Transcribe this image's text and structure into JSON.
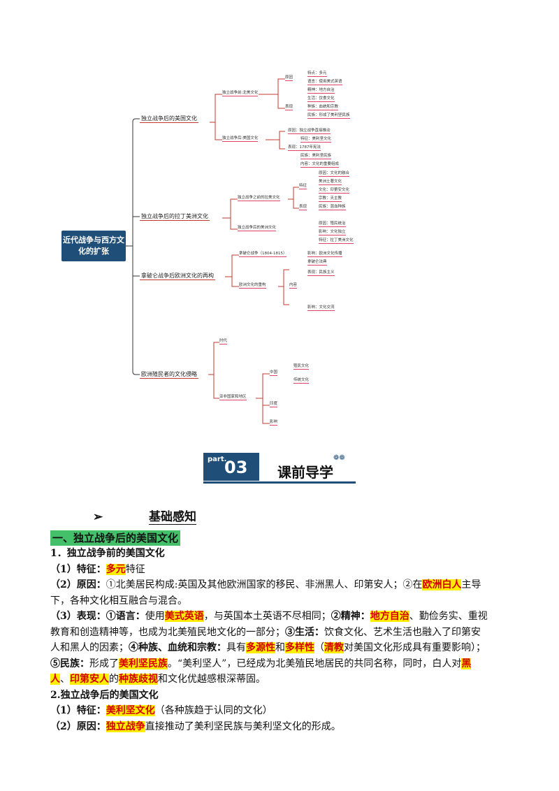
{
  "mindmap": {
    "root": "近代战争与西方文化的扩张",
    "branches": [
      "独立战争后的美国文化",
      "独立战争后的拉丁美洲文化",
      "拿破仑战争后欧洲文化的再构",
      "欧洲殖民者的文化侵略"
    ],
    "sub": [
      "独立战争前:北美文化",
      "独立战争后:美国文化",
      "独立战争之前的拉美文化",
      "独立战争后的美洲文化",
      "拿破仑战争（1804-1815）",
      "欧洲文化的重构",
      "时代",
      "亚非国家和地区"
    ],
    "leaves": [
      "原因",
      "表现",
      "特点：多元",
      "语言：使用美式英语",
      "精神：地方自治",
      "生活：饮食文化",
      "种族：血统和宗教",
      "民族：形成了美利坚民族",
      "原因：独立战争直接推动",
      "特征：美利坚文化",
      "表现：1787年宪法",
      "民族：美利坚民族",
      "内容：文化的重要组成",
      "特征",
      "表现",
      "原因：文化的融合",
      "美洲土著文化",
      "文化：印第安文化",
      "宗教：天主教",
      "民族：混血种族",
      "原因：殖民统治",
      "影响：文化独立",
      "特征：拉丁美洲文化",
      "影响：欧洲文化传播",
      "拿破仑法典",
      "内容",
      "表现：民族主义",
      "影响：文化交流",
      "中国",
      "印度",
      "殖民文化",
      "传统文化",
      "影响"
    ]
  },
  "banner": {
    "part": "part.",
    "number": "03",
    "title": "课前导学",
    "dots": "❁❁"
  },
  "basic": {
    "arrow": "➢",
    "title": "基础感知"
  },
  "section1": {
    "heading": "一、独立战争后的美国文化",
    "s1_title": "1．独立战争前的美国文化",
    "s1_feature_label": "（1）特征：",
    "s1_feature_value": "多元",
    "s1_feature_tail": "特征",
    "s1_reason_label": "（2）原因：",
    "s1_reason_text": "①北美居民构成:英国及其他欧洲国家的移民、非洲黑人、印第安人；②在",
    "s1_reason_hl": "欧洲白人",
    "s1_reason_tail": "主导",
    "s1_reason_line2": "下，各种文化相互融合与混合。",
    "s1_show_label": "（3）表现：",
    "s1_show_lang": "①语言：",
    "s1_show_lang_text": "使用",
    "s1_show_lang_hl": "美式英语",
    "s1_show_lang_tail": "，与英国本土英语不尽相同；",
    "s1_show_spirit": "②精神：",
    "s1_show_spirit_hl": "地方自治",
    "s1_show_spirit_tail": "、勤俭务实、重视",
    "s1_show_line2": "教育和创造精神等，也成为北美殖民地文化的一部分；",
    "s1_show_life": "③生活：",
    "s1_show_life_text": "饮食文化、艺术生活也融入了印第安",
    "s1_show_line3": "人和黑人的因素；",
    "s1_show_race": "④种族、血统和宗教：",
    "s1_show_race_text": "具有",
    "s1_show_race_hl1": "多源性",
    "s1_show_race_and": "和",
    "s1_show_race_hl2": "多样性",
    "s1_show_race_paren": "（",
    "s1_show_race_hl3": "清教",
    "s1_show_race_tail": "对美国文化形成具有重要影响）；",
    "s1_show_nation": "⑤民族：",
    "s1_show_nation_text": "形成了",
    "s1_show_nation_hl": "美利坚民族",
    "s1_show_nation_tail": "。“美利坚人”，已经成为北美殖民地居民的共同名称，同时，白人对",
    "s1_show_nation_hl2": "黑",
    "s1_show_line5_hl": "人",
    "s1_show_line5_sep": "、",
    "s1_show_line5_hl2": "印第安人",
    "s1_show_line5_of": "的",
    "s1_show_line5_hl3": "种族歧视",
    "s1_show_line5_tail": "和文化优越感根深蒂固。",
    "s2_title": "2.独立战争后的美国文化",
    "s2_feature_label": "（1）特征：",
    "s2_feature_hl": "美利坚文化",
    "s2_feature_tail": "（各种族趋于认同的文化）",
    "s2_reason_label": "（2）原因：",
    "s2_reason_hl": "独立战争",
    "s2_reason_tail": "直接推动了美利坚民族与美利坚文化的形成。"
  }
}
